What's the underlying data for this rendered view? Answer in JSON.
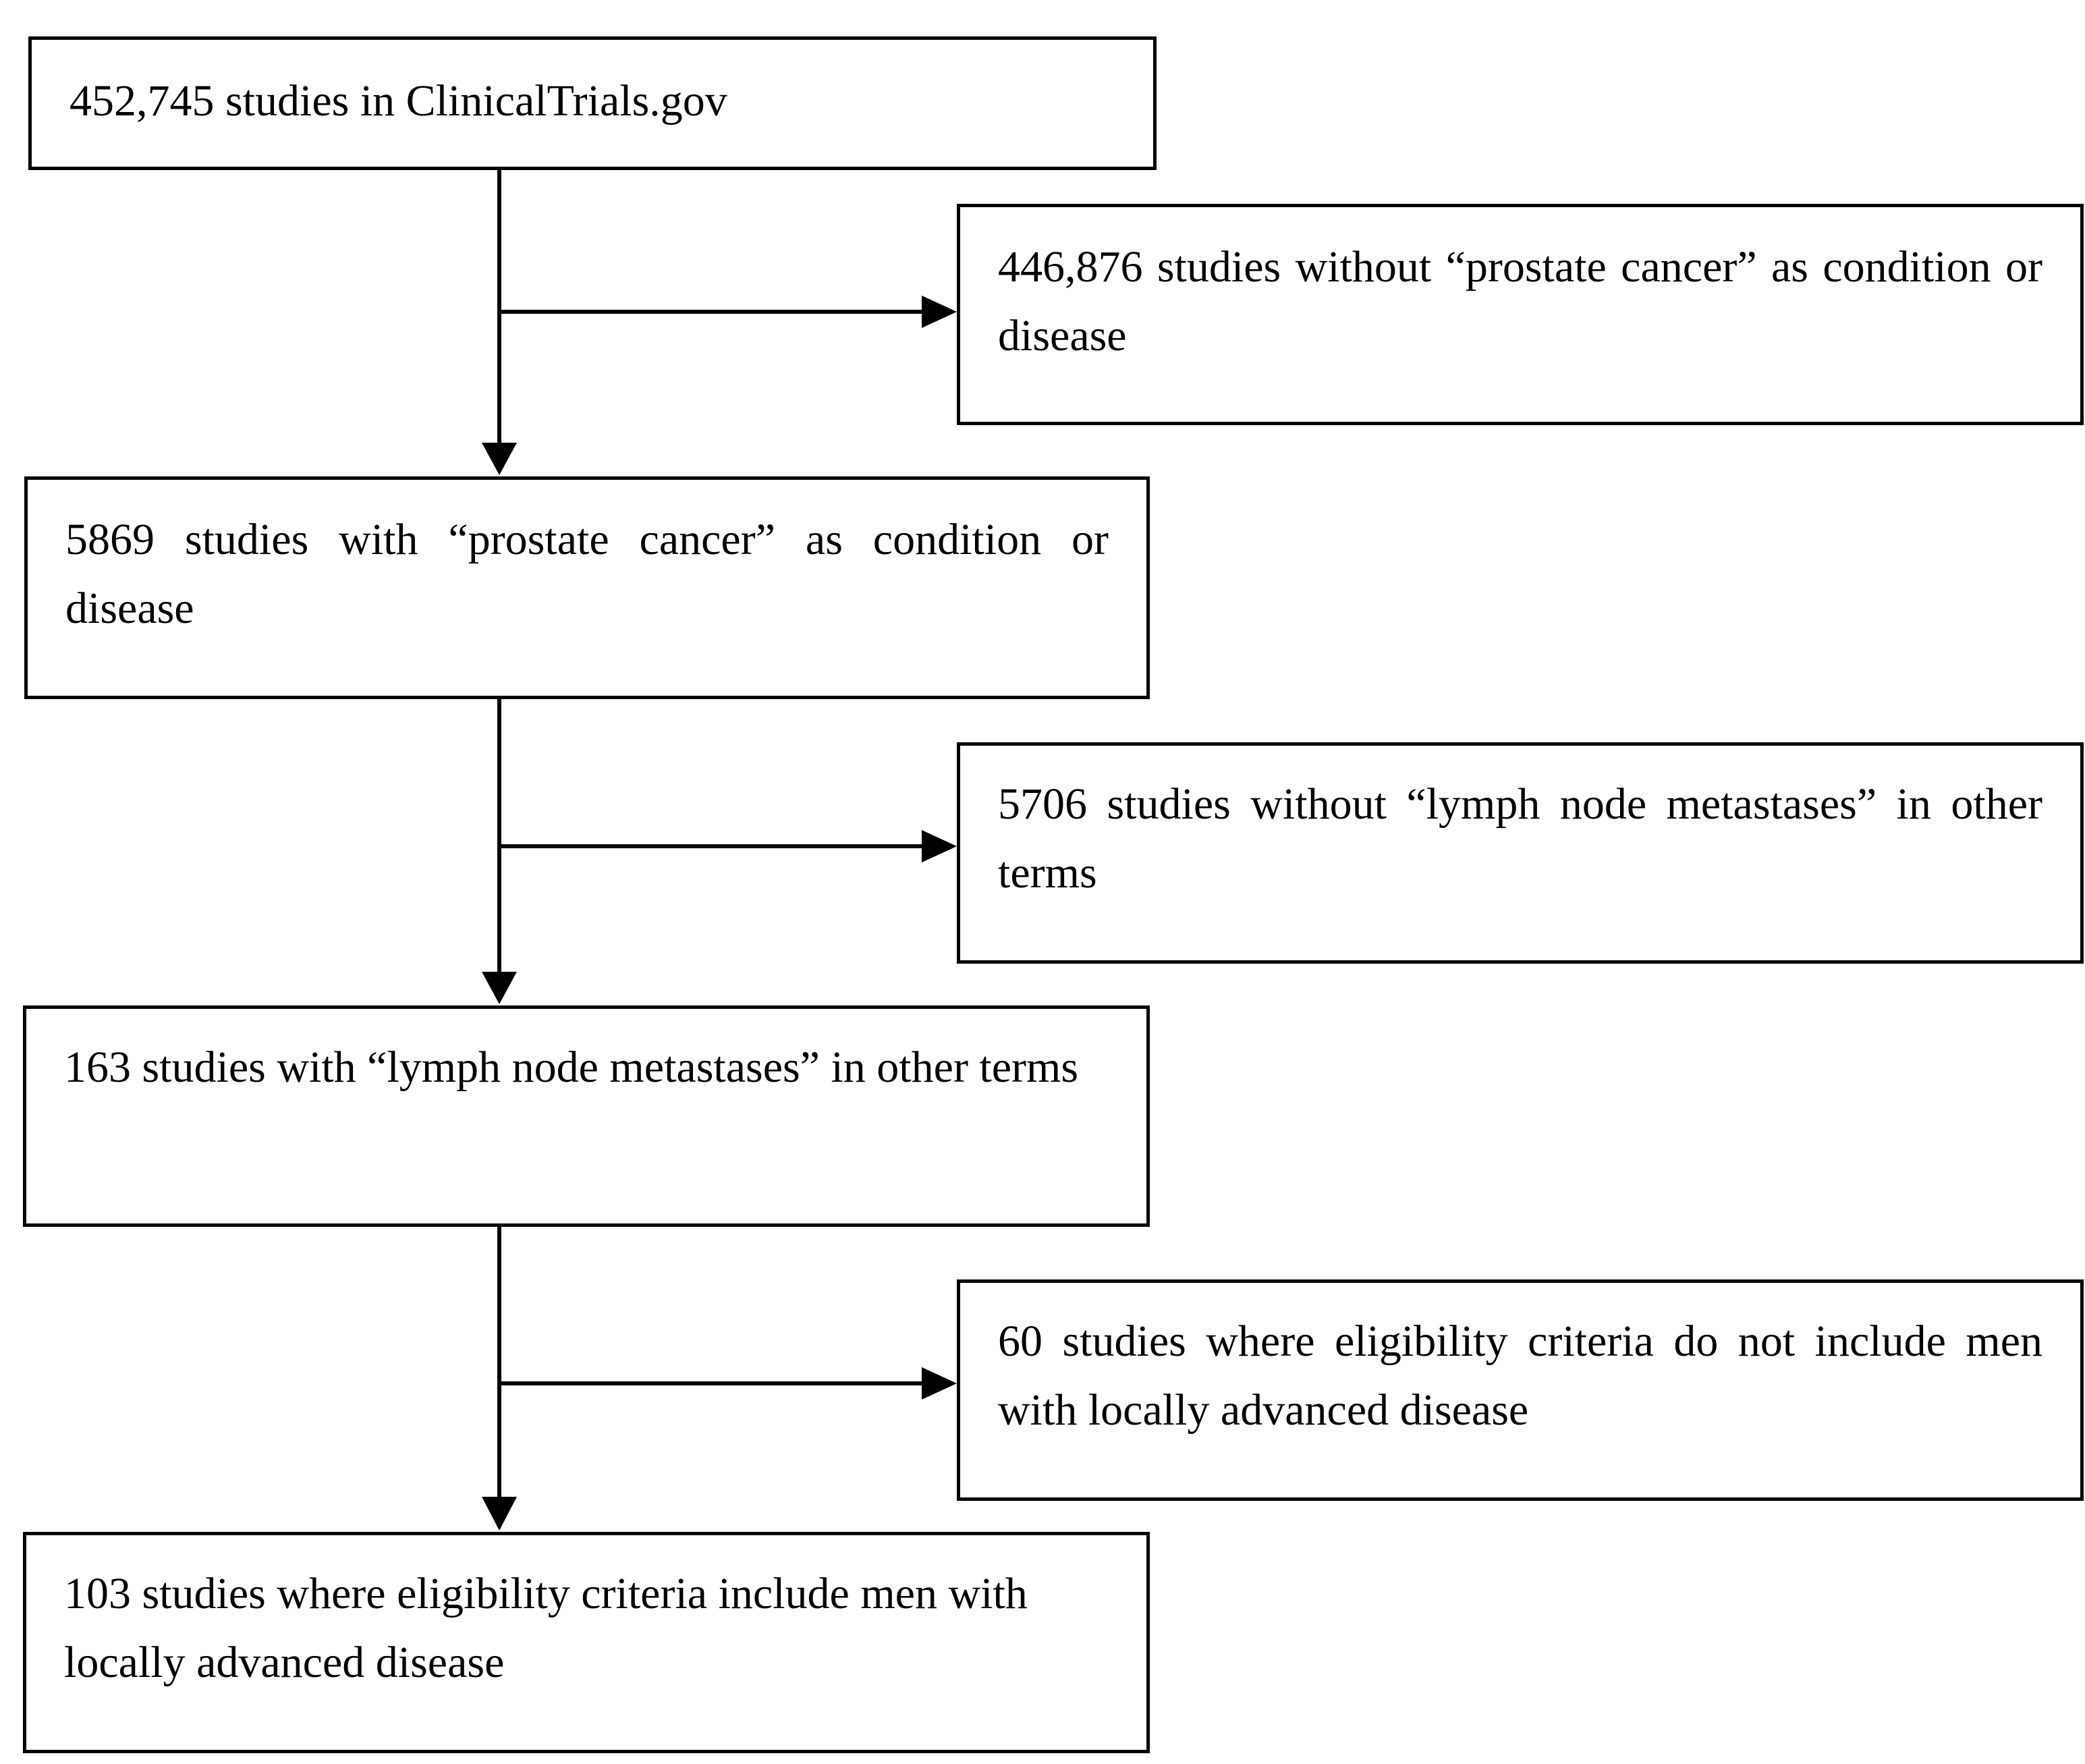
{
  "flowchart": {
    "steps": [
      {
        "text": "452,745 studies in ClinicalTrials.gov"
      },
      {
        "text": "5869 studies with “prostate cancer” as condition or disease"
      },
      {
        "text": "163 studies with “lymph node metastases” in other terms"
      },
      {
        "text": "103 studies where eligibility criteria include men with locally advanced disease"
      }
    ],
    "exclusions": [
      {
        "text": "446,876 studies without “prostate cancer” as condition or disease"
      },
      {
        "text": "5706 studies without “lymph node metastases” in other terms"
      },
      {
        "text": "60 studies where eligibility criteria do not include men with locally advanced disease"
      }
    ]
  }
}
